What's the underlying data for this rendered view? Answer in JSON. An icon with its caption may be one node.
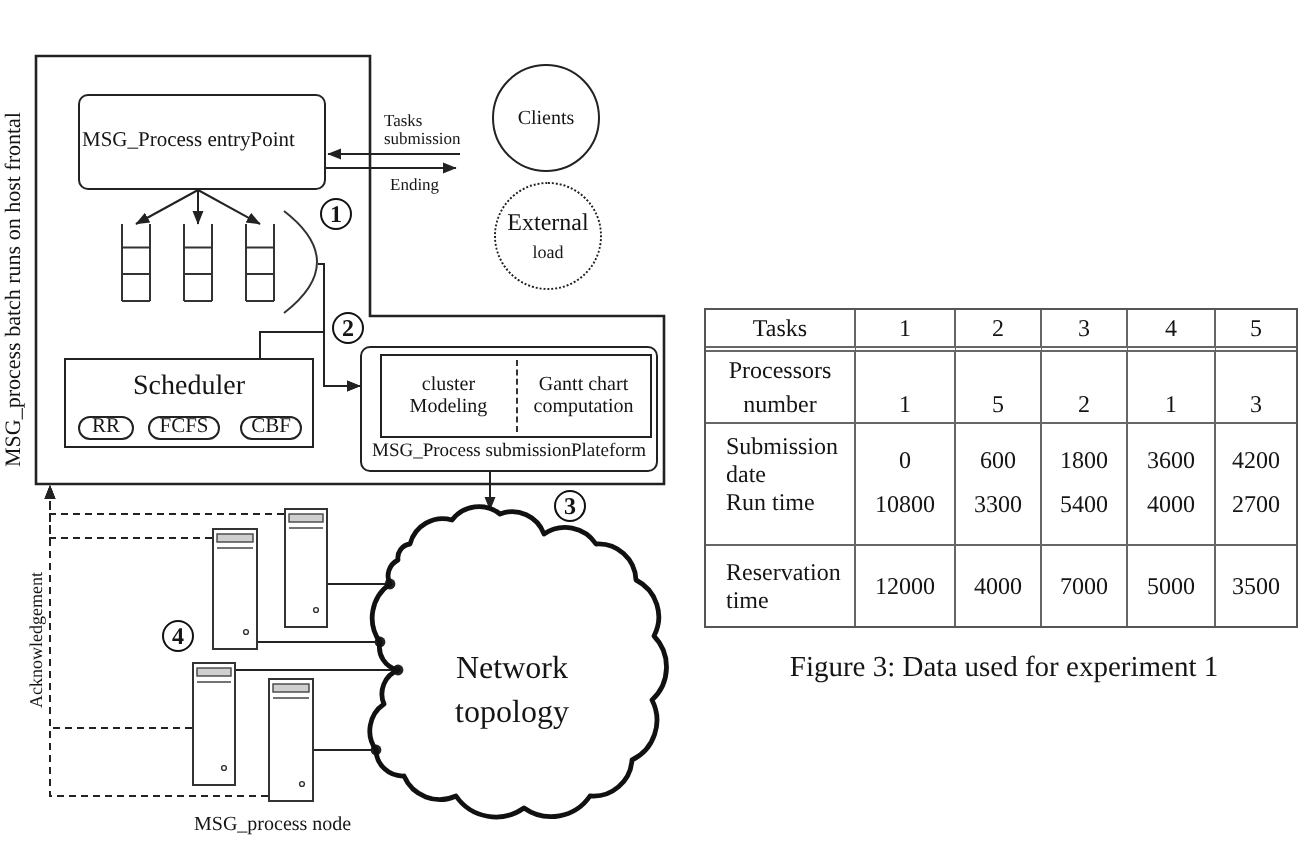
{
  "diagram": {
    "nodes": [
      {
        "text": [
          "MSG_process batch runs on host frontal"
        ]
      },
      {
        "text": [
          "MSG_Process entryPoint"
        ],
        "in": 0
      },
      {
        "text": [],
        "shape": "queue",
        "in": 0
      },
      {
        "text": [],
        "shape": "queue",
        "in": 0
      },
      {
        "text": [],
        "shape": "queue",
        "in": 0
      },
      {
        "text": [],
        "shape": "arc",
        "in": 0
      },
      {
        "text": [
          "Scheduler"
        ],
        "in": 0
      },
      {
        "text": [
          "RR"
        ],
        "in": 6
      },
      {
        "text": [
          "FCFS"
        ],
        "in": 6
      },
      {
        "text": [
          "CBF"
        ],
        "in": 6
      },
      {
        "text": [
          "MSG_Process submissionPlateform"
        ],
        "in": 0
      },
      {
        "text": [
          "cluster Modeling",
          "Gantt chart computation"
        ],
        "in": 10
      },
      {
        "text": [
          "Clients"
        ]
      },
      {
        "text": [
          "External",
          "load"
        ]
      },
      {
        "text": [
          "Network topology"
        ]
      },
      {
        "text": [],
        "shape": "server"
      },
      {
        "text": [],
        "shape": "server"
      },
      {
        "text": [],
        "shape": "server"
      },
      {
        "text": [],
        "shape": "server"
      }
    ],
    "edges": [
      {
        "from": 12,
        "to": 1,
        "arrow": "to",
        "label": "Tasks submission"
      },
      {
        "from": 1,
        "to": 12,
        "arrow": "to",
        "label": "Ending"
      },
      {
        "from": 1,
        "to": 2,
        "arrow": "to"
      },
      {
        "from": 1,
        "to": 3,
        "arrow": "to"
      },
      {
        "from": 1,
        "to": 4,
        "arrow": "to"
      },
      {
        "from": 5,
        "to": 10,
        "arrow": "to"
      },
      {
        "from": 6,
        "to": 10,
        "arrow": "to"
      },
      {
        "from": 10,
        "to": 14,
        "arrow": "to"
      },
      {
        "from": 15,
        "to": 14,
        "arrow": "other"
      },
      {
        "from": 16,
        "to": 14,
        "arrow": "other"
      },
      {
        "from": 17,
        "to": 14,
        "arrow": "other"
      },
      {
        "from": 18,
        "to": 14,
        "arrow": "other"
      },
      {
        "from": 15,
        "to": 0,
        "arrow": "to",
        "style": "dashed"
      },
      {
        "from": 16,
        "to": 0,
        "arrow": "to",
        "style": "dashed"
      },
      {
        "from": 17,
        "to": 0,
        "arrow": "to",
        "style": "dashed"
      },
      {
        "from": 18,
        "to": 0,
        "arrow": "to",
        "style": "dashed"
      }
    ],
    "labels": [
      "1",
      "2",
      "3",
      "4",
      "Acknowledgement",
      "MSG_process node",
      "Tasks",
      "1",
      "2",
      "3",
      "4",
      "5",
      "Processors number",
      "1",
      "5",
      "2",
      "1",
      "3",
      "Submission date",
      "0",
      "600",
      "1800",
      "3600",
      "4200",
      "Run time",
      "10800",
      "3300",
      "5400",
      "4000",
      "2700",
      "Reservation time",
      "12000",
      "4000",
      "7000",
      "5000",
      "3500"
    ],
    "caption": "Figure 3: Data used for experiment 1"
  }
}
